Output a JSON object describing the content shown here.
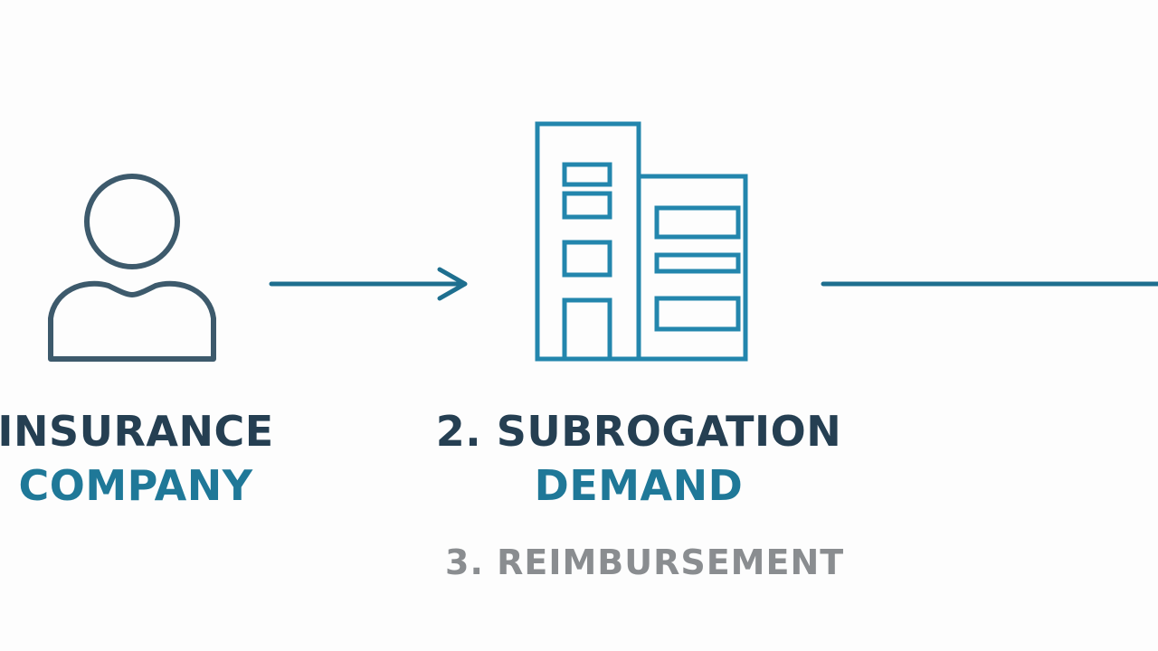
{
  "nodes": [
    {
      "id": "insurer",
      "line1": "INSURANCE",
      "line2": "COMPANY",
      "icon": "person-icon"
    },
    {
      "id": "demand",
      "line1": "2. SUBROGATION",
      "line2": "DEMAND",
      "icon": "building-icon"
    }
  ],
  "step3_label": "3. REIMBURSEMENT",
  "colors": {
    "dark": "#253f52",
    "teal": "#1f7898",
    "grey": "#8a8d90",
    "line": "#1e6f8f",
    "background": "#fdfdfd"
  }
}
